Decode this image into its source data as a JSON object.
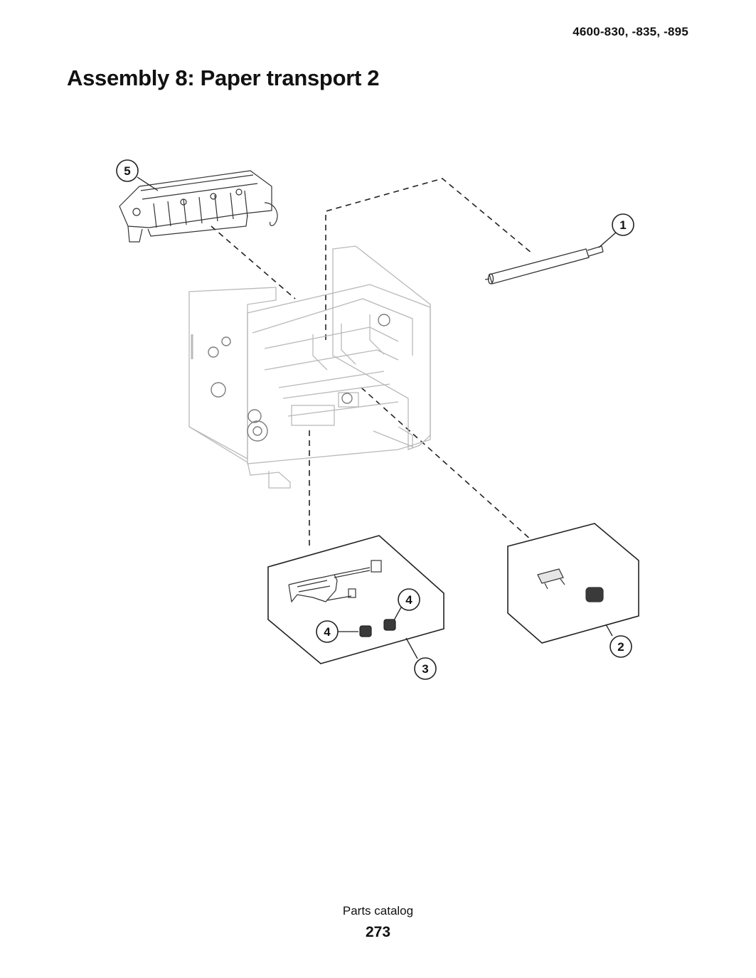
{
  "header": {
    "model_ref": "4600-830, -835, -895"
  },
  "page": {
    "title": "Assembly 8: Paper transport 2"
  },
  "callouts": {
    "c1": "1",
    "c2": "2",
    "c3": "3",
    "c4a": "4",
    "c4b": "4",
    "c5": "5"
  },
  "footer": {
    "label": "Parts catalog",
    "page_number": "273"
  }
}
